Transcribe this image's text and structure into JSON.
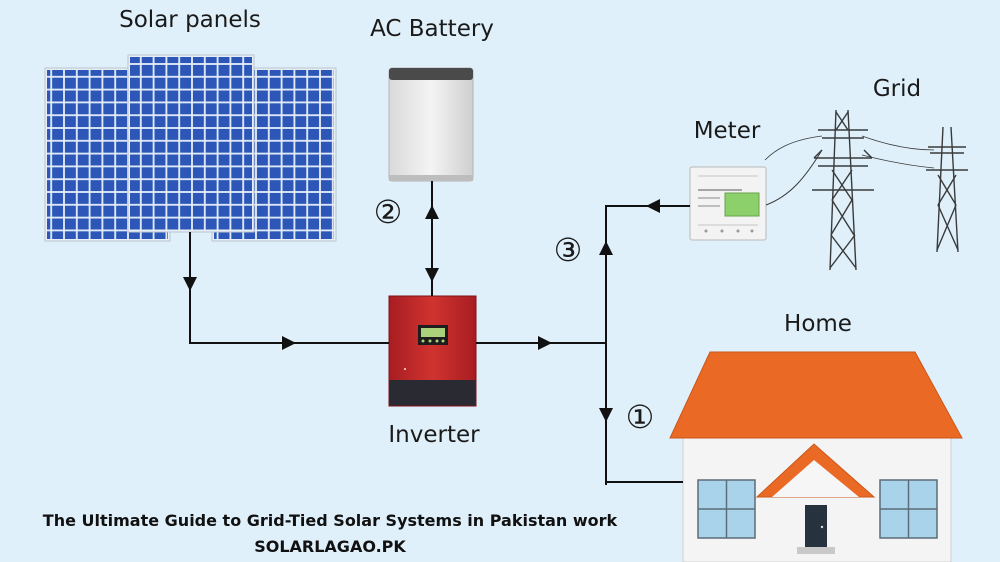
{
  "labels": {
    "solar_panels": "Solar panels",
    "ac_battery": "AC Battery",
    "grid": "Grid",
    "meter": "Meter",
    "home": "Home",
    "inverter": "Inverter"
  },
  "steps": {
    "one": "①",
    "two": "②",
    "three": "③"
  },
  "caption": {
    "line1": "The Ultimate Guide to Grid-Tied Solar Systems in Pakistan work",
    "line2": "SOLARLAGAO.PK"
  },
  "colors": {
    "background": "#dff0fa",
    "panel_cell": "#2c57b8",
    "inverter_red": "#c4262b",
    "roof_orange": "#ea6a25",
    "meter_display": "#8bd06a"
  }
}
